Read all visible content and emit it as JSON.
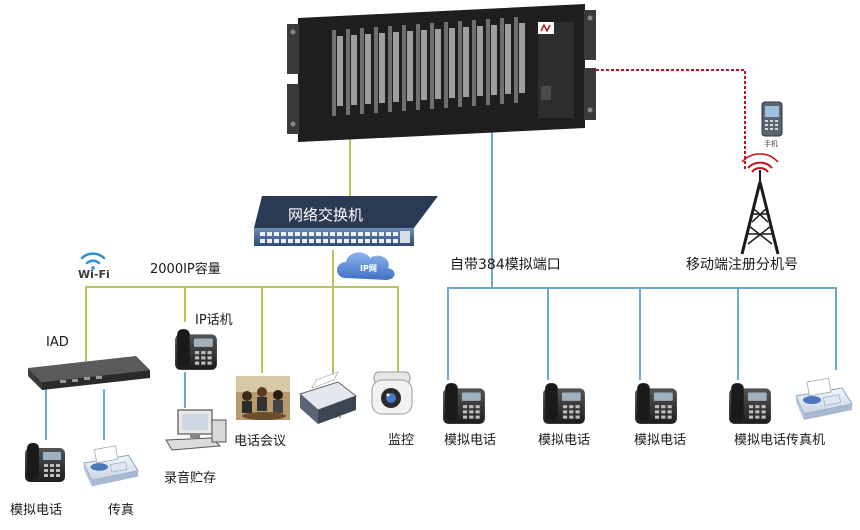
{
  "labels": {
    "network_switch": "网络交换机",
    "ip_capacity": "2000IP容量",
    "wifi": "Wi-Fi",
    "ip_cloud": "IP网",
    "analog_ports": "自带384模拟端口",
    "mobile_register": "移动端注册分机号",
    "mobile_phone": "手机",
    "iad": "IAD",
    "ip_phone": "IP话机",
    "conference": "电话会议",
    "printer": "打印机",
    "monitoring": "监控",
    "recording": "录音贮存",
    "analog_phone": "模拟电话",
    "fax": "传真",
    "analog_phone_1": "模拟电话",
    "analog_phone_2": "模拟电话",
    "analog_phone_3": "模拟电话",
    "analog_phone_fax": "模拟电话传真机"
  },
  "colors": {
    "ip_line": "#b4c65a",
    "analog_line": "#6aa7d4",
    "mobile_link": "#c0141c",
    "device_dark": "#2b2b2b",
    "switch_blue": "#3d5f8c"
  },
  "icons": [
    "pbx-chassis-icon",
    "network-switch-icon",
    "wifi-icon",
    "cloud-icon",
    "iad-icon",
    "ip-phone-icon",
    "desk-phone-icon",
    "fax-icon",
    "computer-icon",
    "conference-photo-icon",
    "printer-icon",
    "camera-icon",
    "cell-tower-icon",
    "mobile-phone-icon"
  ]
}
